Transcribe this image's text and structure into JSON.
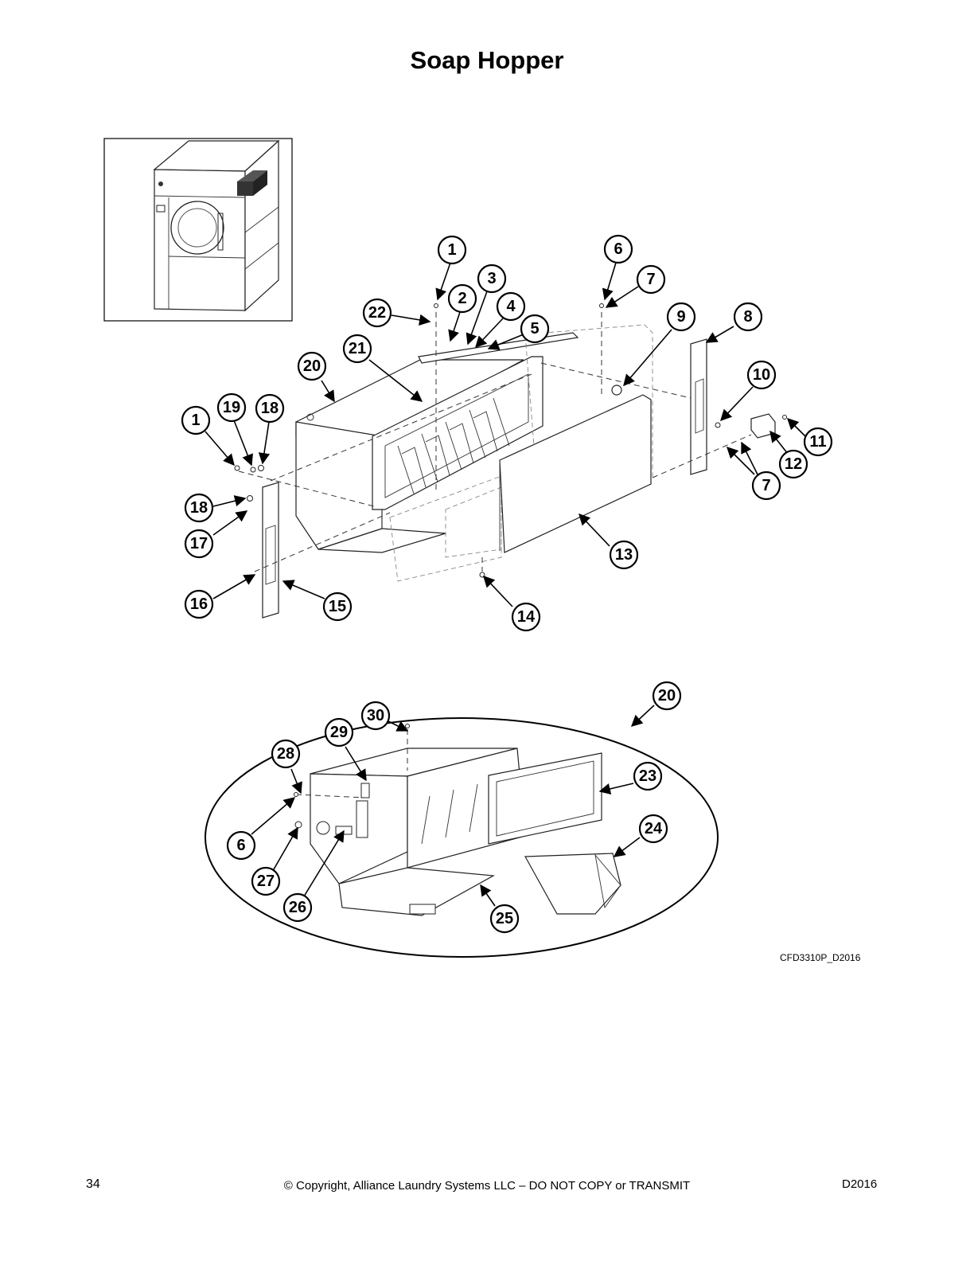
{
  "page": {
    "title": "Soap Hopper",
    "drawing_code": "CFD3310P_D2016",
    "page_number": "34",
    "copyright": "© Copyright, Alliance Laundry Systems LLC – DO NOT COPY or TRANSMIT",
    "doc_code": "D2016"
  },
  "callouts_main": [
    "1",
    "22",
    "2",
    "3",
    "4",
    "5",
    "6",
    "7",
    "9",
    "8",
    "20",
    "21",
    "10",
    "11",
    "12",
    "7",
    "1",
    "19",
    "18",
    "18",
    "17",
    "16",
    "15",
    "13",
    "14"
  ],
  "callouts_detail": [
    "20",
    "30",
    "29",
    "28",
    "23",
    "24",
    "6",
    "27",
    "26",
    "25"
  ]
}
